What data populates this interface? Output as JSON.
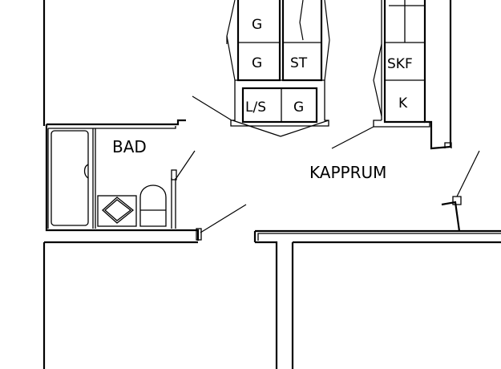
{
  "rooms": {
    "bathroom": "BAD",
    "utility": "KAPPRUM"
  },
  "cabinets": {
    "g_top": "G",
    "g_mid": "G",
    "st": "ST",
    "ls": "L/S",
    "g_low": "G",
    "skf": "SKF",
    "k": "K"
  },
  "colors": {
    "line": "#000000",
    "background": "#ffffff"
  }
}
